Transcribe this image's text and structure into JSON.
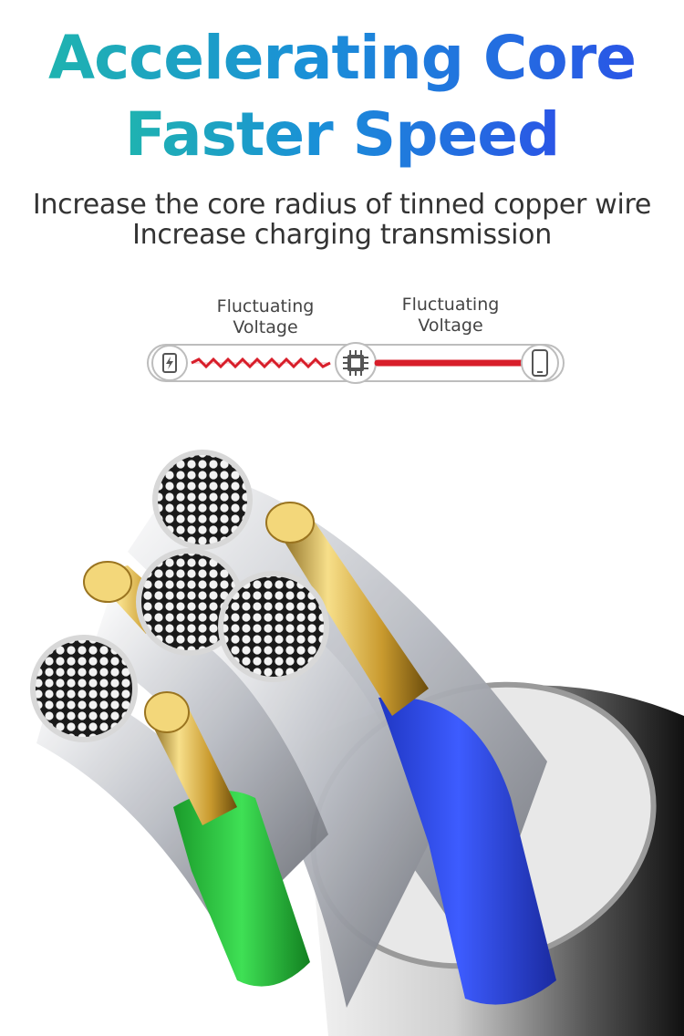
{
  "headline": {
    "line1": "Accelerating Core",
    "line2": "Faster Speed",
    "gradient": [
      "#1fb3b0",
      "#1a8fd8",
      "#2a55e6"
    ]
  },
  "subtitle": {
    "line1": "Increase the core radius of tinned copper wire",
    "line2": "Increase charging transmission"
  },
  "diagram": {
    "left_label": [
      "Fluctuating",
      "Voltage"
    ],
    "right_label": [
      "Fluctuating",
      "Voltage"
    ],
    "icons": [
      "charger-icon",
      "chip-icon",
      "phone-icon"
    ],
    "wire_color": "#d81e2a"
  },
  "illustration": {
    "subject": "cable-cross-section",
    "colors": {
      "gold": "#d9b24a",
      "green": "#27c43a",
      "blue": "#2a47e0",
      "silver": "#c9ccd2"
    }
  }
}
